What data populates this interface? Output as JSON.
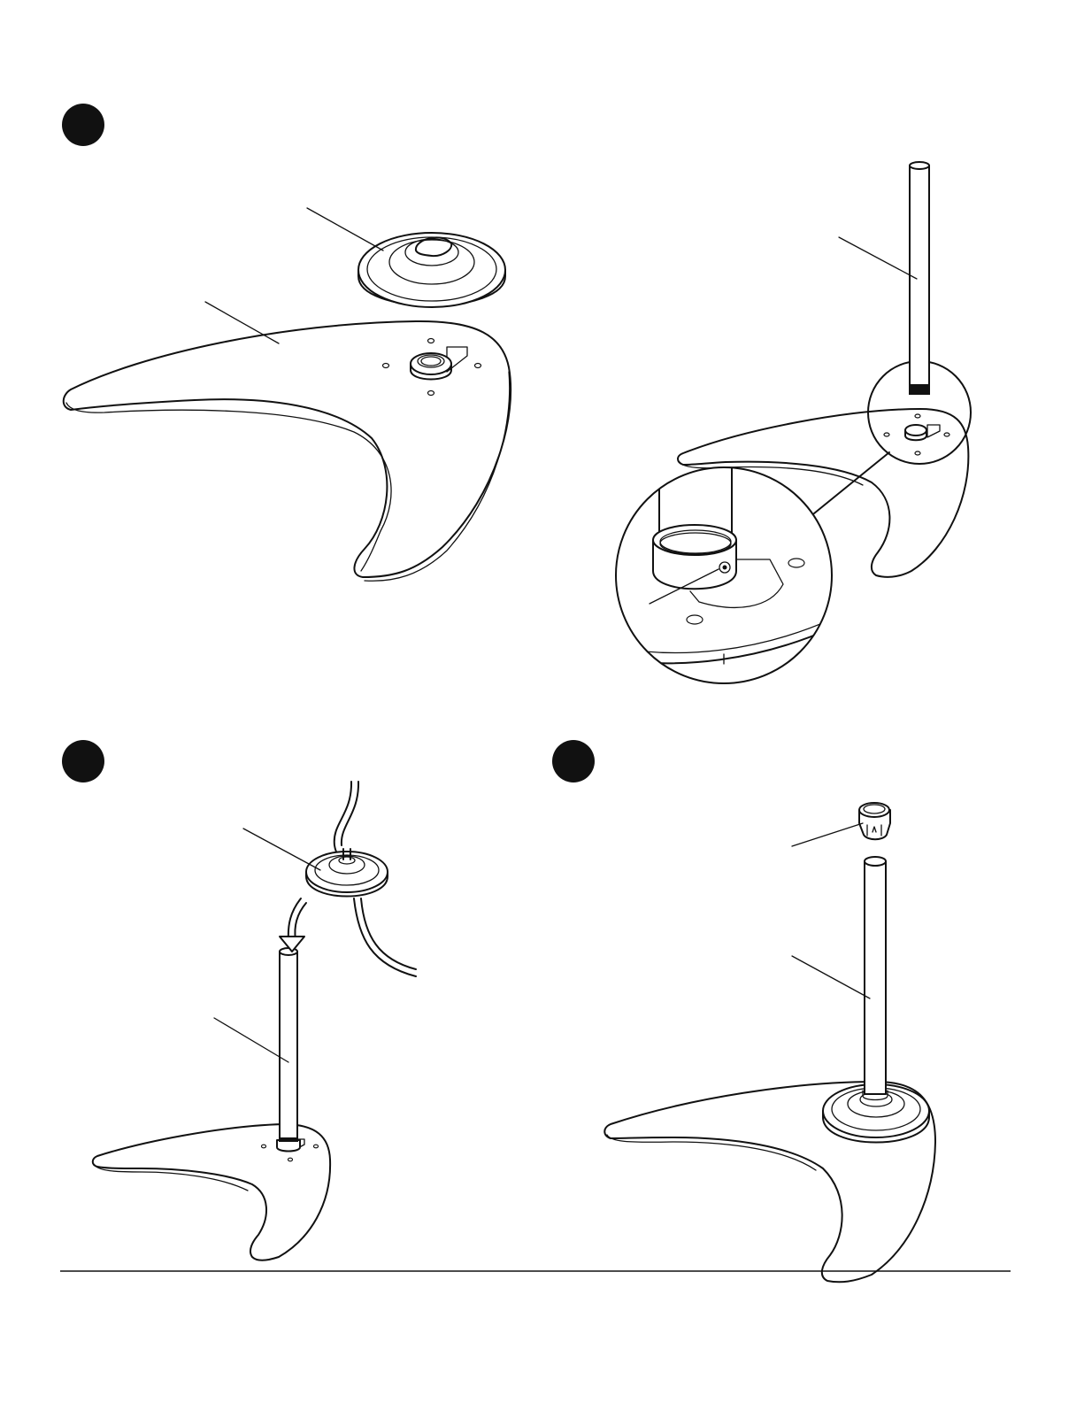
{
  "page": {
    "background": "#ffffff",
    "ink": "#111111"
  },
  "steps": [
    {
      "id": "step-1-top-left",
      "marker": "filled-circle"
    },
    {
      "id": "step-1-top-right-detail"
    },
    {
      "id": "step-2-bottom-left",
      "marker": "filled-circle"
    },
    {
      "id": "step-3-bottom-right",
      "marker": "filled-circle"
    }
  ],
  "icons": [
    "step-marker-icon",
    "base-plate-icon",
    "cover-disc-icon",
    "pole-icon",
    "set-screw-icon",
    "cable-icon",
    "arrow-icon",
    "pole-cap-icon"
  ]
}
